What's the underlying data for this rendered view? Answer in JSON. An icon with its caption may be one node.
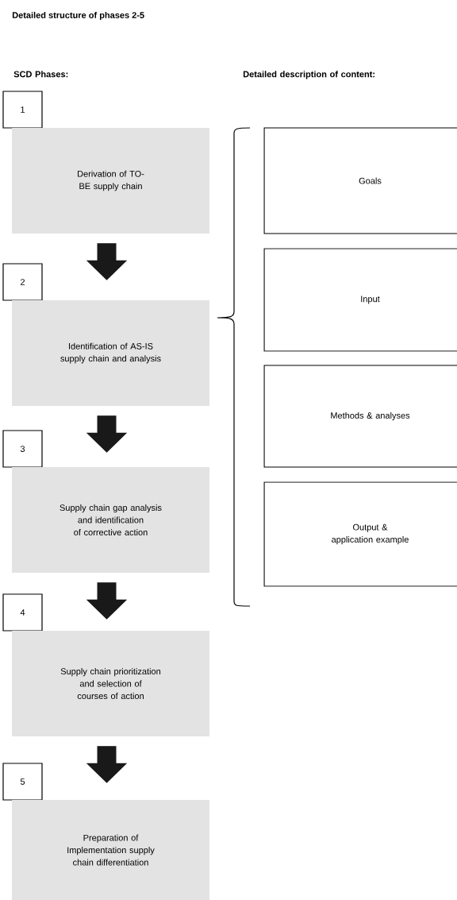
{
  "diagram": {
    "title": "Detailed structure of phases 2-5",
    "nodes": [
      {
        "text": [
          "1"
        ]
      },
      {
        "text": [
          "Derivation of TO-BE supply chain"
        ]
      },
      {
        "text": [
          "2"
        ]
      },
      {
        "text": [
          "Identification of AS-IS supply chain and analysis"
        ]
      },
      {
        "text": [
          "3"
        ]
      },
      {
        "text": [
          "Supply chain gap analysis and identification of corrective action"
        ]
      },
      {
        "text": [
          "4"
        ]
      },
      {
        "text": [
          "Supply chain prioritization and selection of courses of action"
        ]
      },
      {
        "text": [
          "5"
        ]
      },
      {
        "text": [
          "Preparation of Implementation supply chain differentiation"
        ]
      },
      {
        "text": [
          "Goals"
        ]
      },
      {
        "text": [
          "Input"
        ]
      },
      {
        "text": [
          "Methods & analyses"
        ]
      },
      {
        "text": [
          "Output & application example"
        ]
      }
    ],
    "edges": [
      {
        "from": 1,
        "to": 3,
        "arrow": "to"
      },
      {
        "from": 3,
        "to": 5,
        "arrow": "to"
      },
      {
        "from": 5,
        "to": 7,
        "arrow": "to"
      },
      {
        "from": 7,
        "to": 9,
        "arrow": "to"
      }
    ],
    "labels": [
      "SCD Phases:",
      "Detailed description of content:"
    ]
  }
}
